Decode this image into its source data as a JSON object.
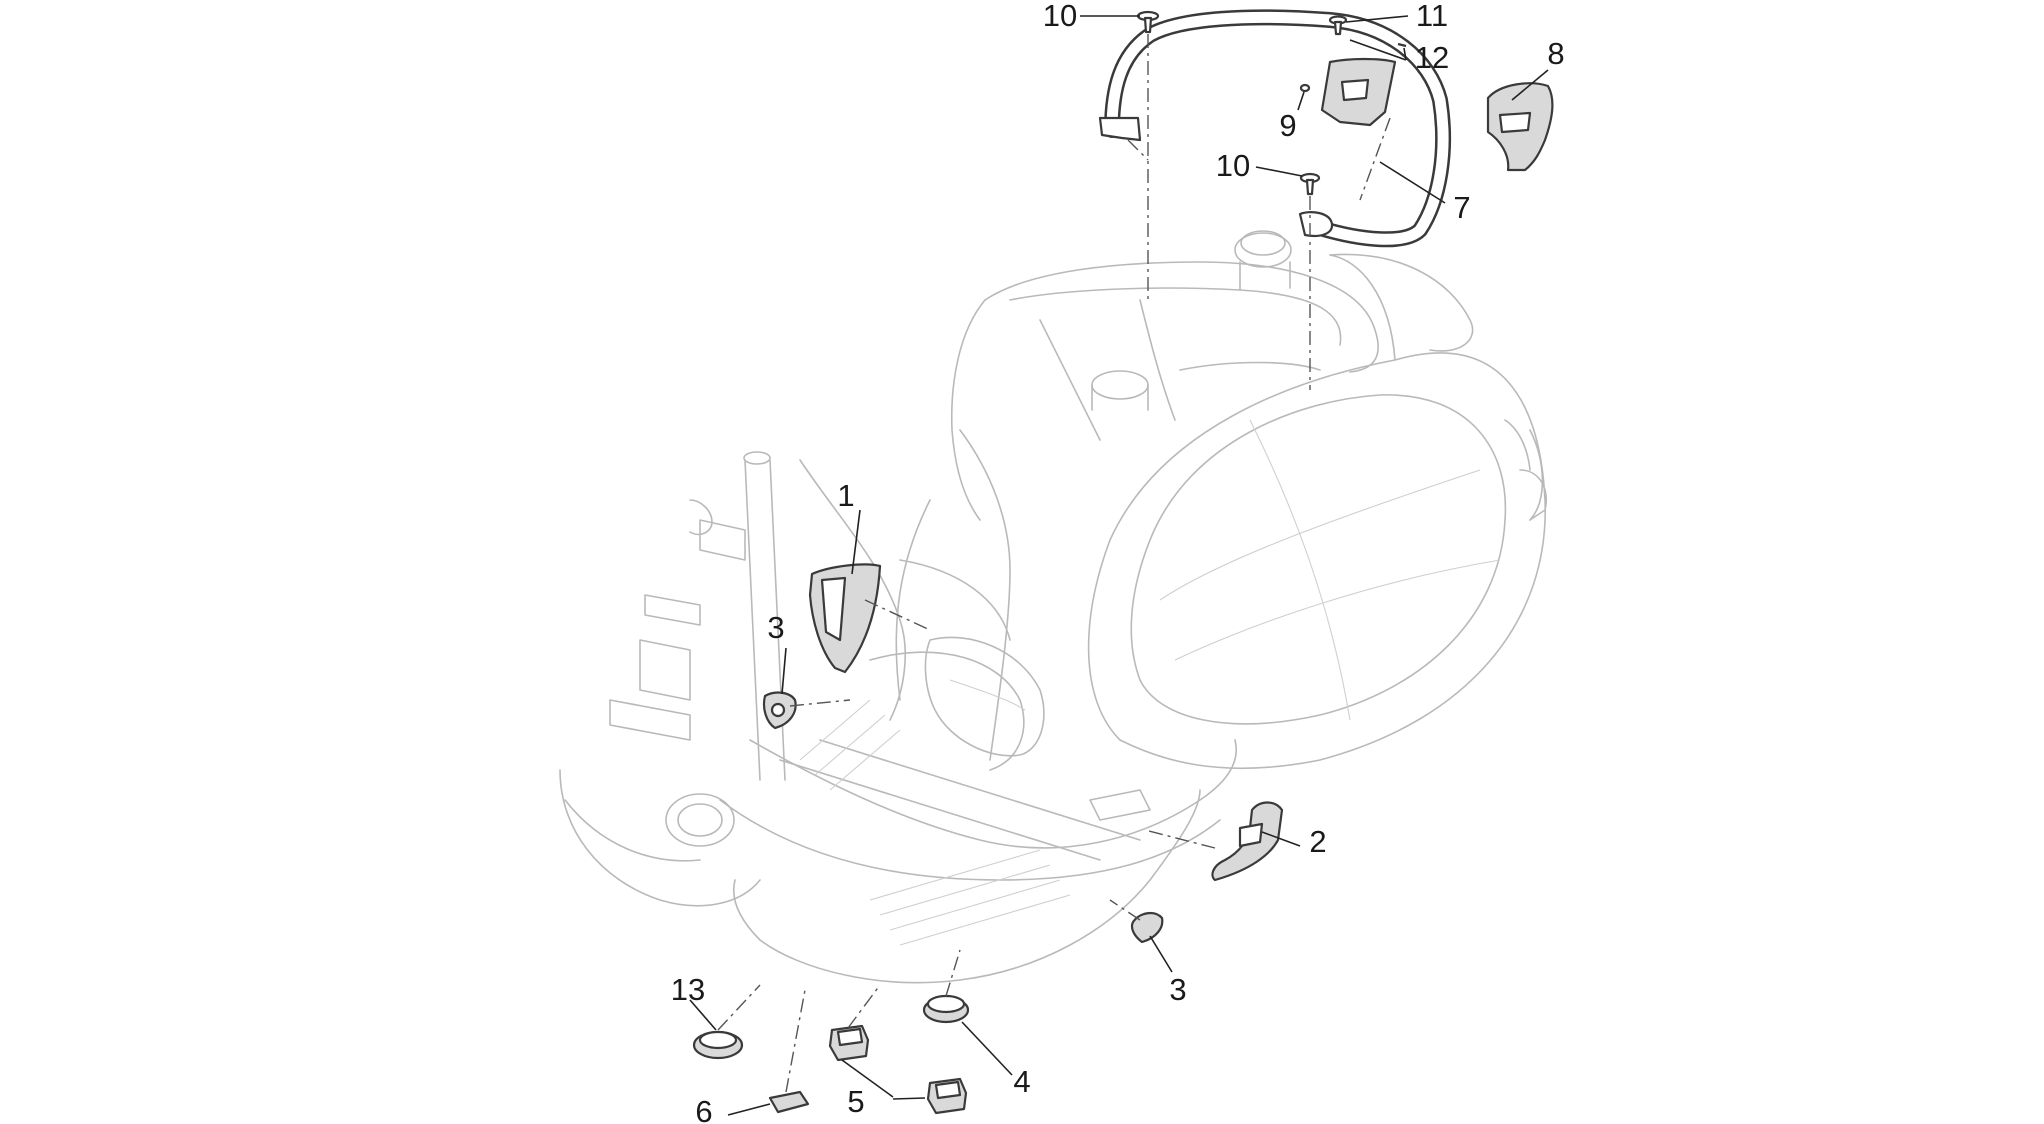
{
  "callouts": [
    {
      "id": "c1",
      "label": "1"
    },
    {
      "id": "c2",
      "label": "2"
    },
    {
      "id": "c3a",
      "label": "3"
    },
    {
      "id": "c3b",
      "label": "3"
    },
    {
      "id": "c4",
      "label": "4"
    },
    {
      "id": "c5",
      "label": "5"
    },
    {
      "id": "c6",
      "label": "6"
    },
    {
      "id": "c7",
      "label": "7"
    },
    {
      "id": "c8",
      "label": "8"
    },
    {
      "id": "c9",
      "label": "9"
    },
    {
      "id": "c10a",
      "label": "10"
    },
    {
      "id": "c10b",
      "label": "10"
    },
    {
      "id": "c11",
      "label": "11"
    },
    {
      "id": "c12",
      "label": "12"
    },
    {
      "id": "c13",
      "label": "13"
    }
  ]
}
